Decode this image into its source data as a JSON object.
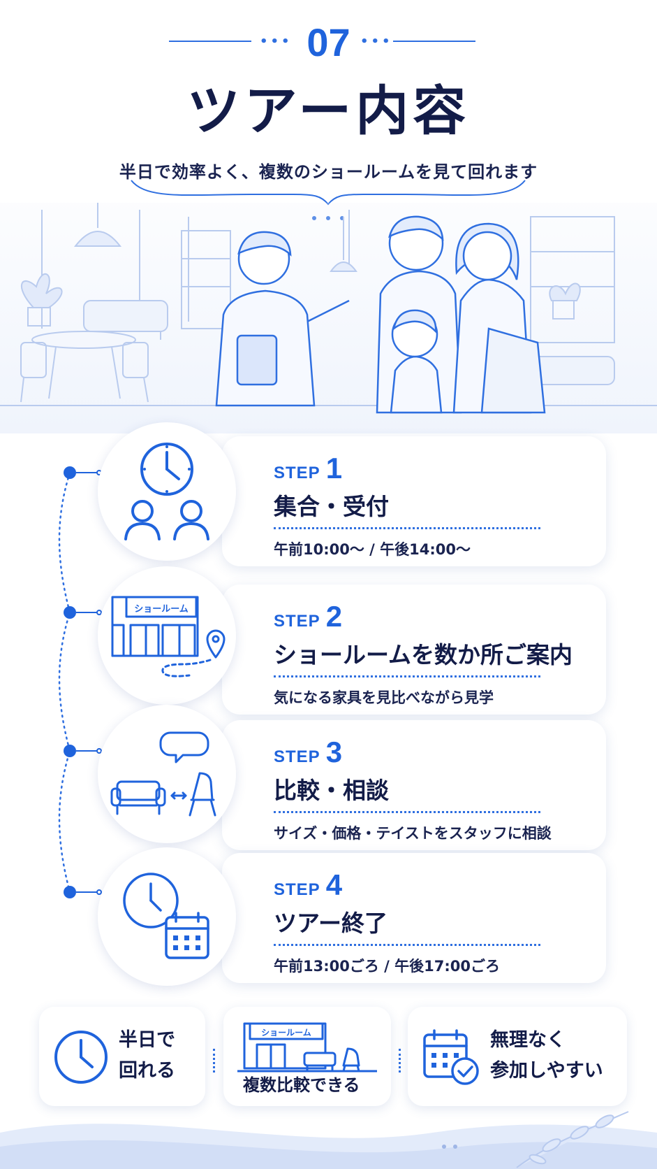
{
  "header": {
    "number": "07",
    "title": "ツアー内容",
    "subtitle": "半日で効率よく、複数のショールームを見て回れます"
  },
  "steps": [
    {
      "label": "STEP",
      "number": "1",
      "title": "集合・受付",
      "detail": "午前10:00～ / 午後14:00～",
      "icon": "clock-people-icon"
    },
    {
      "label": "STEP",
      "number": "2",
      "title": "ショールームを数か所ご案内",
      "detail": "気になる家具を見比べながら見学",
      "icon": "showroom-building-icon",
      "building_sign": "ショールーム"
    },
    {
      "label": "STEP",
      "number": "3",
      "title": "比較・相談",
      "detail": "サイズ・価格・テイストをスタッフに相談",
      "icon": "sofa-chair-compare-icon"
    },
    {
      "label": "STEP",
      "number": "4",
      "title": "ツアー終了",
      "detail": "午前13:00ごろ / 午後17:00ごろ",
      "icon": "clock-calendar-icon"
    }
  ],
  "features": [
    {
      "line1": "半日で",
      "line2": "回れる",
      "icon": "clock-icon"
    },
    {
      "caption": "複数比較できる",
      "sign": "ショールーム",
      "icon": "showroom-furniture-icon"
    },
    {
      "line1": "無理なく",
      "line2": "参加しやすい",
      "icon": "calendar-check-icon"
    }
  ],
  "colors": {
    "accent": "#1f63dc",
    "title": "#131c48",
    "line_art": "#8aa6dc"
  }
}
